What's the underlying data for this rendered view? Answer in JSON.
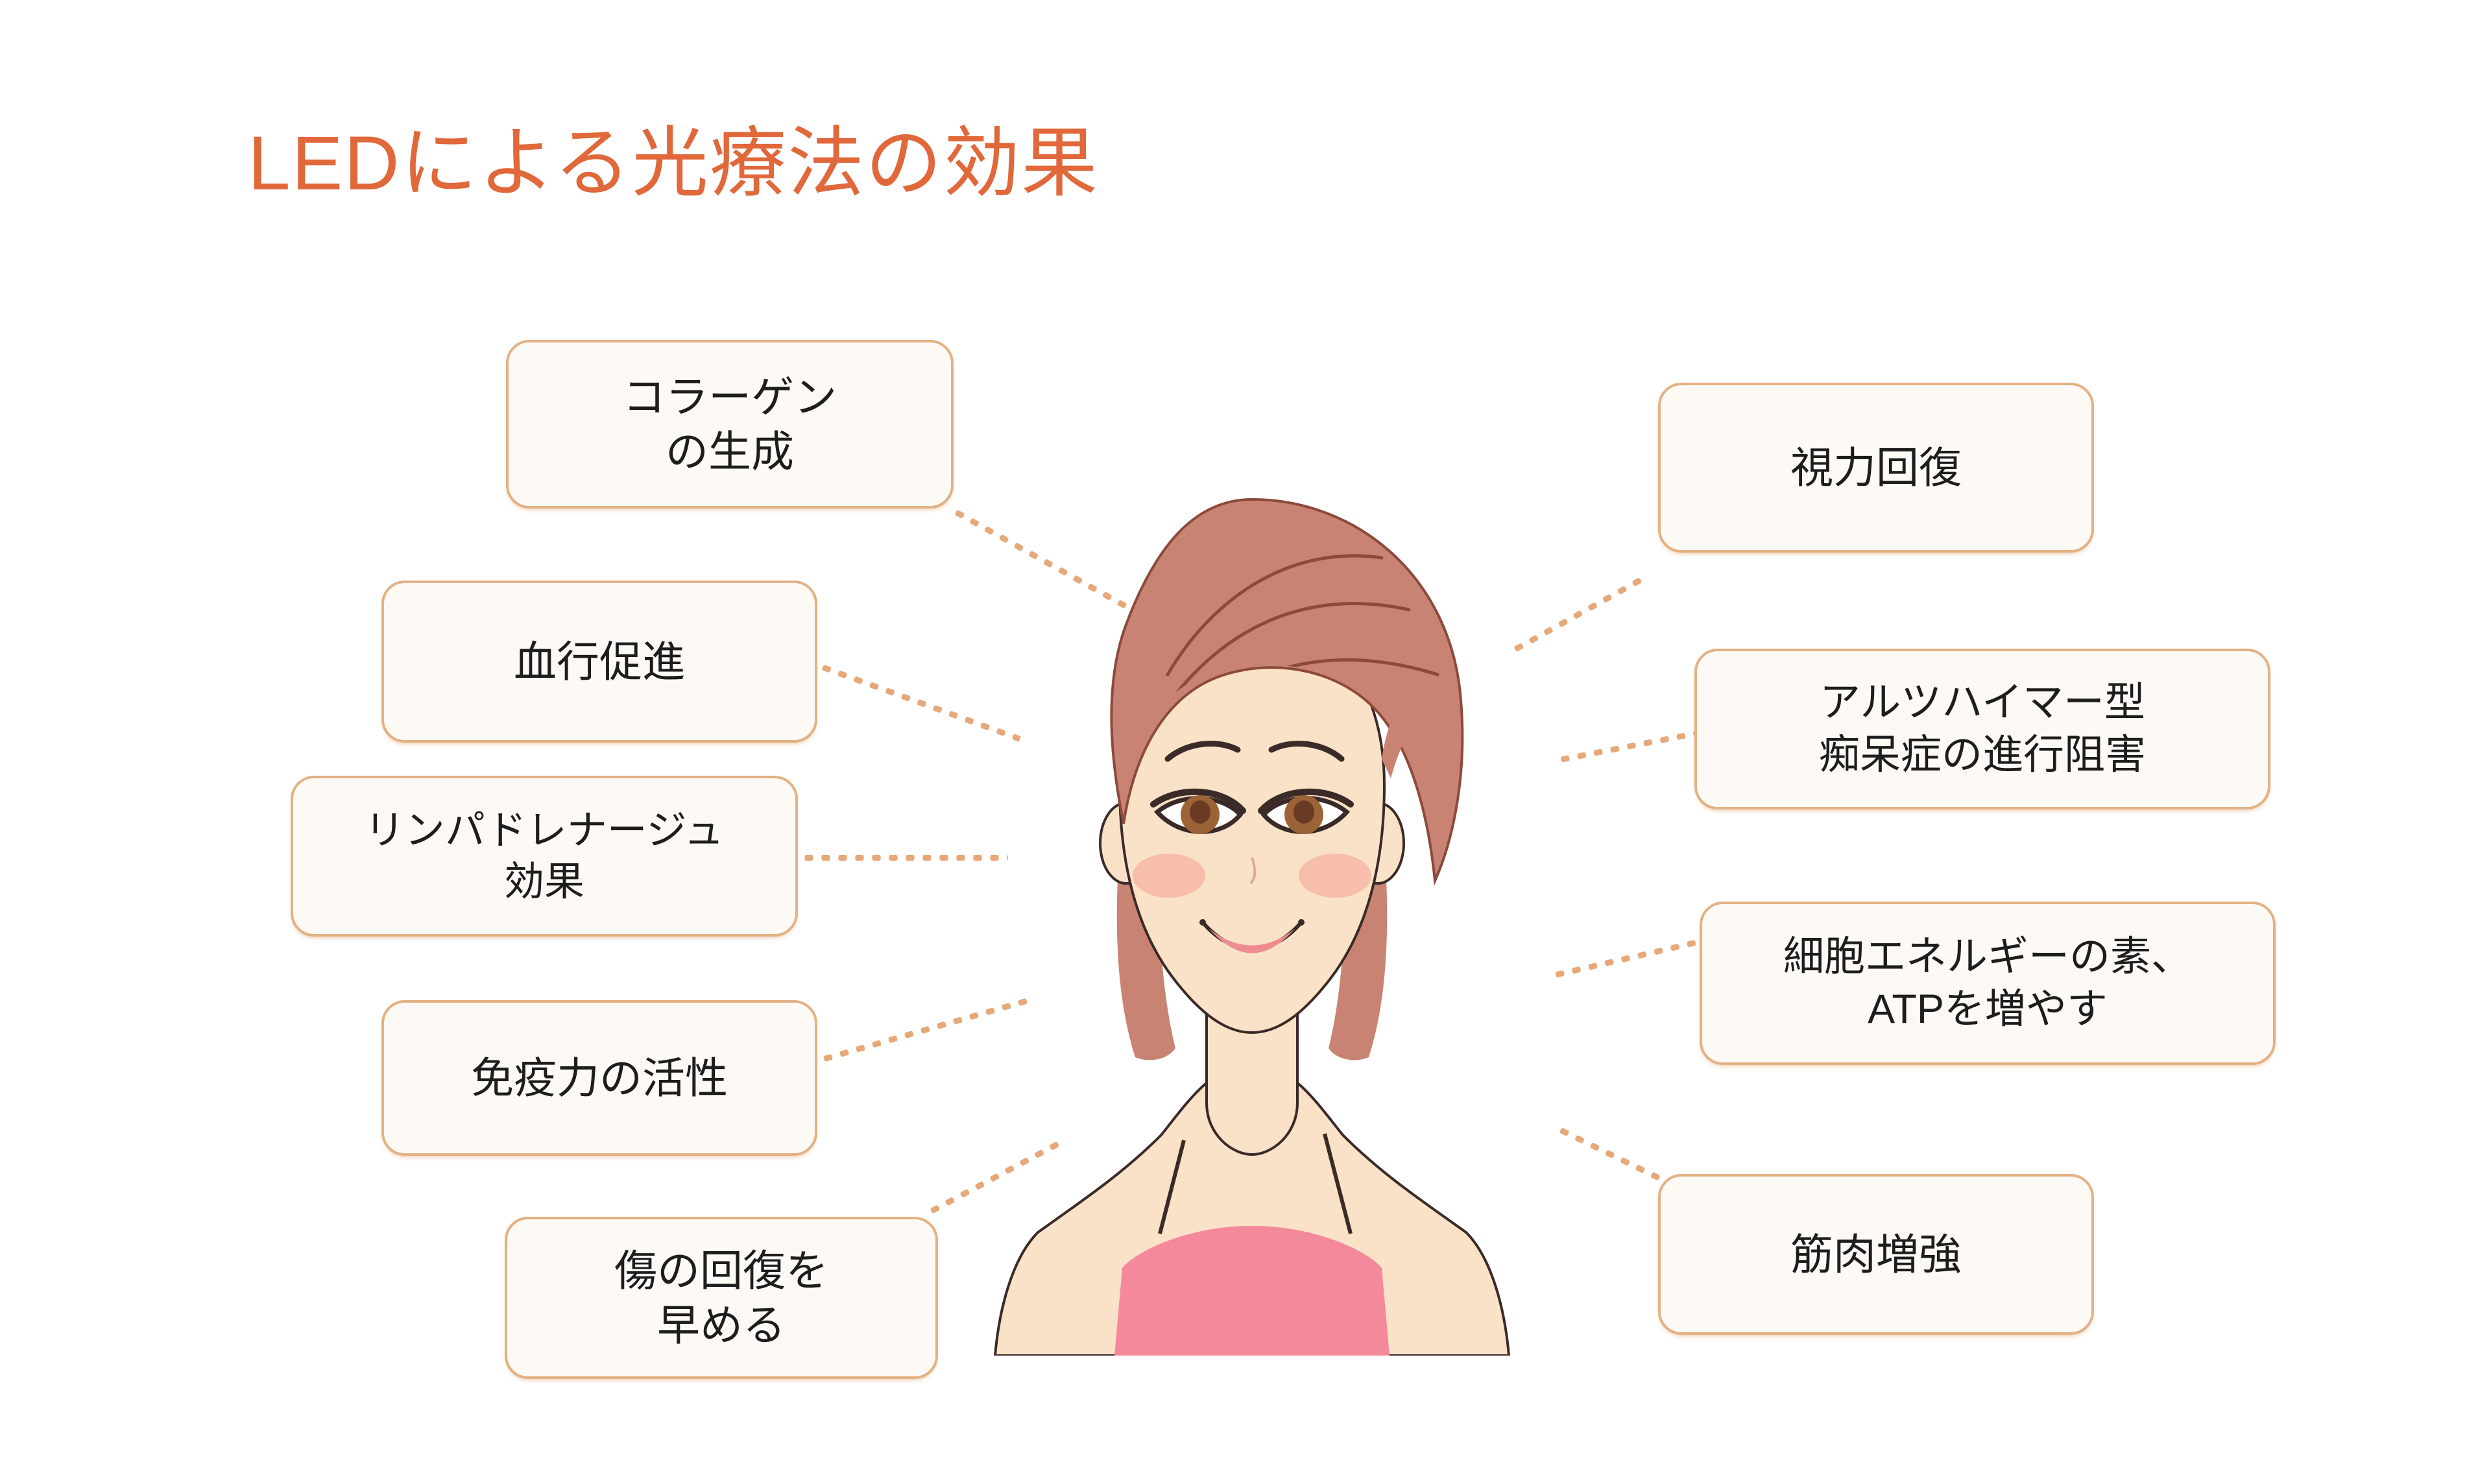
{
  "title": "LEDによる光療法の効果",
  "colors": {
    "title": "#E0683A",
    "box_border": "#E3B183",
    "box_fill": "#FDFAF6",
    "box_text": "#1d1d1d",
    "connector": "#E6A878",
    "background": "#FFFFFF",
    "hair": "#C98372",
    "hair_line": "#8C4A3C",
    "skin": "#FAE2C8",
    "outline": "#3A2A28",
    "blush": "#F3A89A",
    "lips": "#EE8C92",
    "eye_iris": "#9C6436",
    "eye_dark": "#6B3A23",
    "camisole": "#F3899B"
  },
  "left_boxes": [
    {
      "id": "collagen",
      "label": "コラーゲン\nの生成"
    },
    {
      "id": "blood",
      "label": "血行促進"
    },
    {
      "id": "lymph",
      "label": "リンパドレナージュ\n効果"
    },
    {
      "id": "immune",
      "label": "免疫力の活性"
    },
    {
      "id": "wound",
      "label": "傷の回復を\n早める"
    }
  ],
  "right_boxes": [
    {
      "id": "vision",
      "label": "視力回復"
    },
    {
      "id": "alz",
      "label": "アルツハイマー型\n痴呆症の進行阻害"
    },
    {
      "id": "atp",
      "label": "細胞エネルギーの素、\nATPを増やす"
    },
    {
      "id": "muscle",
      "label": "筋肉増強"
    }
  ],
  "illustration": {
    "name": "woman-illustration",
    "description": "若い女性のイラスト"
  }
}
